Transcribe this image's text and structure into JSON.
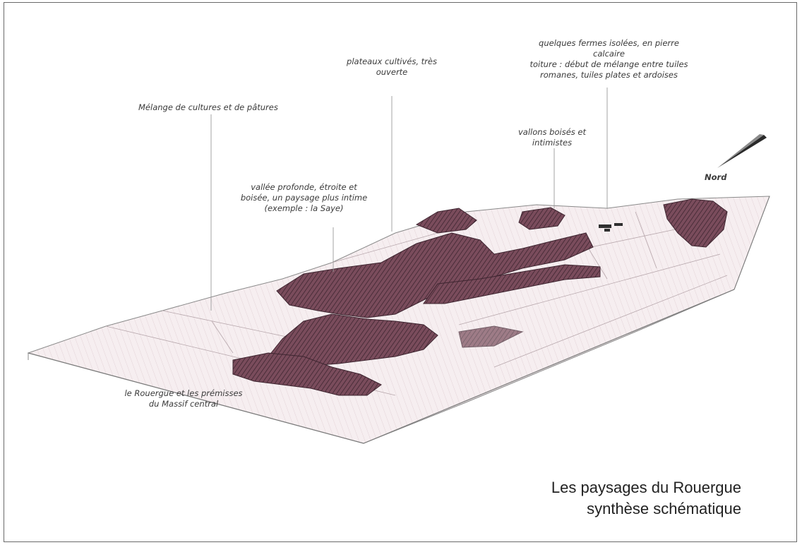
{
  "annotations": {
    "cultures_pastures": "Mélange de cultures et de pâtures",
    "plateaux_line1": "plateaux cultivés, très",
    "plateaux_line2": "ouverte",
    "fermes_line1": "quelques fermes isolées, en pierre",
    "fermes_line2": "calcaire",
    "fermes_line3": "toiture : début de mélange entre tuiles",
    "fermes_line4": "romanes,  tuiles plates et ardoises",
    "vallons_line1": "vallons boisés et",
    "vallons_line2": "intimistes",
    "vallee_line1": "vallée profonde, étroite et",
    "vallee_line2": "boisée, un paysage plus intime",
    "vallee_line3": "(exemple : la Saye)",
    "rouergue_line1": "le Rouergue et les prémisses",
    "rouergue_line2": "du Massif central",
    "nord": "Nord"
  },
  "caption": {
    "line1": "Les paysages du Rouergue",
    "line2": "synthèse schématique"
  },
  "colors": {
    "forest": "#6e4452",
    "forest_dark": "#3e2530",
    "field_pink": "#efe3e6",
    "ink": "#3a3a3a"
  },
  "icons": {
    "north": "north-arrow-icon"
  }
}
